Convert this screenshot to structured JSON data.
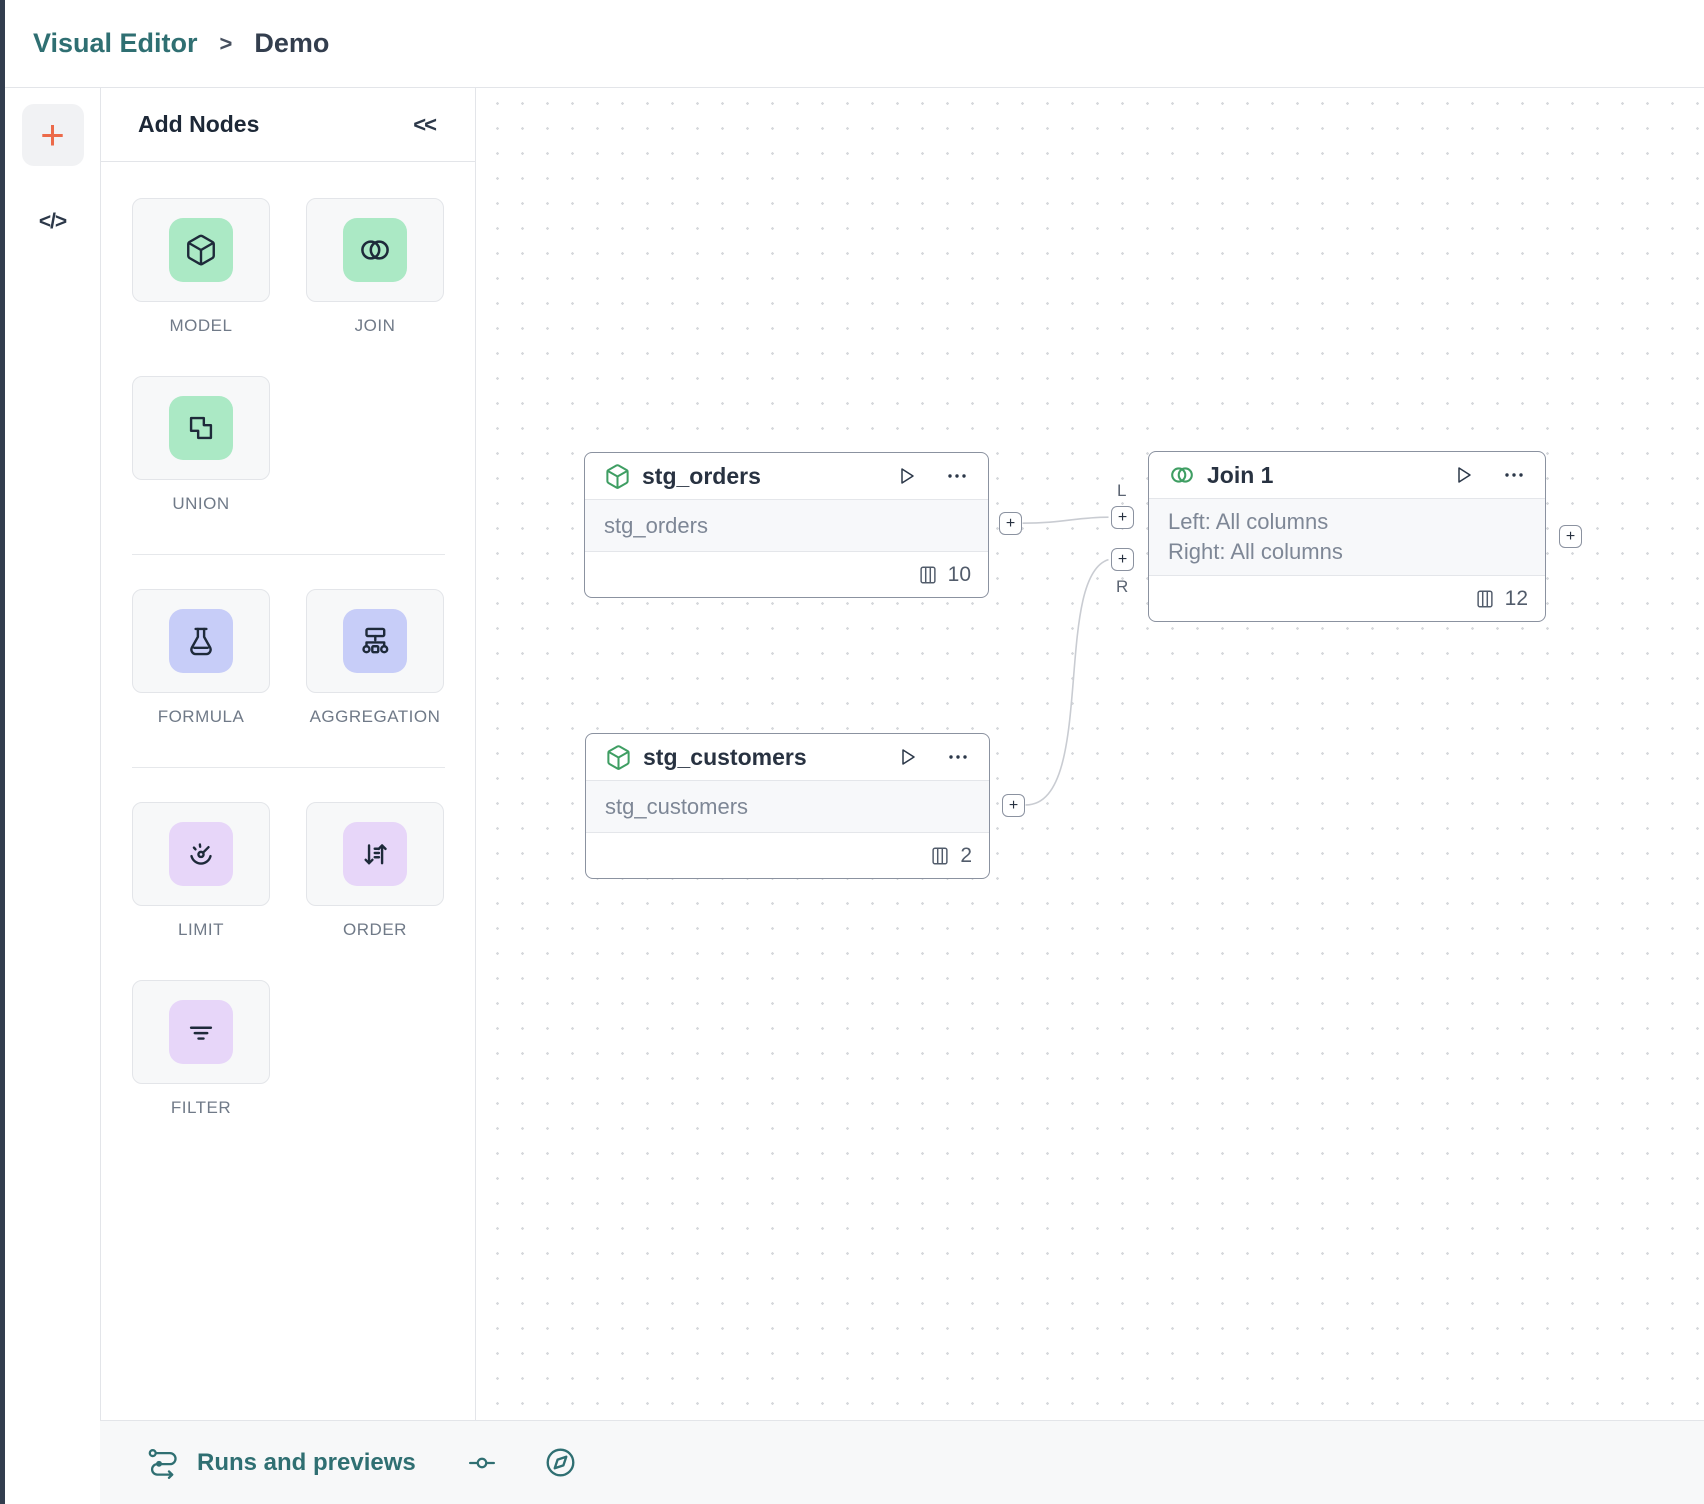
{
  "colors": {
    "teal": "#2f6f72",
    "orange": "#ec6a49",
    "navy": "#2c3849",
    "green-icon": "#3f9e63",
    "tint-green": "#abe9c5",
    "tint-blue": "#c7cdf8",
    "tint-purple": "#e7d6f9",
    "border": "#e3e5e9",
    "node-border": "#8b92a0",
    "dot": "#d7d9dd",
    "edge-dark": "#323d4e"
  },
  "header": {
    "breadcrumb_root": "Visual Editor",
    "separator": ">",
    "breadcrumb_current": "Demo"
  },
  "rail": {
    "add_label": "+",
    "code_label": "</>"
  },
  "panel": {
    "title": "Add Nodes",
    "collapse_label": "<<",
    "tiles": [
      {
        "label": "MODEL",
        "icon": "cube-icon",
        "tint": "green"
      },
      {
        "label": "JOIN",
        "icon": "join-circles-icon",
        "tint": "green"
      },
      {
        "label": "UNION",
        "icon": "union-squares-icon",
        "tint": "green"
      },
      {
        "label": "FORMULA",
        "icon": "flask-icon",
        "tint": "blue"
      },
      {
        "label": "AGGREGATION",
        "icon": "sitemap-icon",
        "tint": "blue"
      },
      {
        "label": "LIMIT",
        "icon": "gauge-icon",
        "tint": "purple"
      },
      {
        "label": "ORDER",
        "icon": "sort-arrows-icon",
        "tint": "purple"
      },
      {
        "label": "FILTER",
        "icon": "filter-lines-icon",
        "tint": "purple"
      }
    ]
  },
  "canvas": {
    "nodes": [
      {
        "title": "stg_orders",
        "subtitle": "stg_orders",
        "columns": "10"
      },
      {
        "title": "stg_customers",
        "subtitle": "stg_customers",
        "columns": "2"
      },
      {
        "title": "Join 1",
        "left_line": "Left: All columns",
        "right_line": "Right: All columns",
        "columns": "12"
      }
    ],
    "ports": {
      "plus": "+",
      "left_label": "L",
      "right_label": "R"
    }
  },
  "bottom_bar": {
    "runs_label": "Runs and previews"
  }
}
